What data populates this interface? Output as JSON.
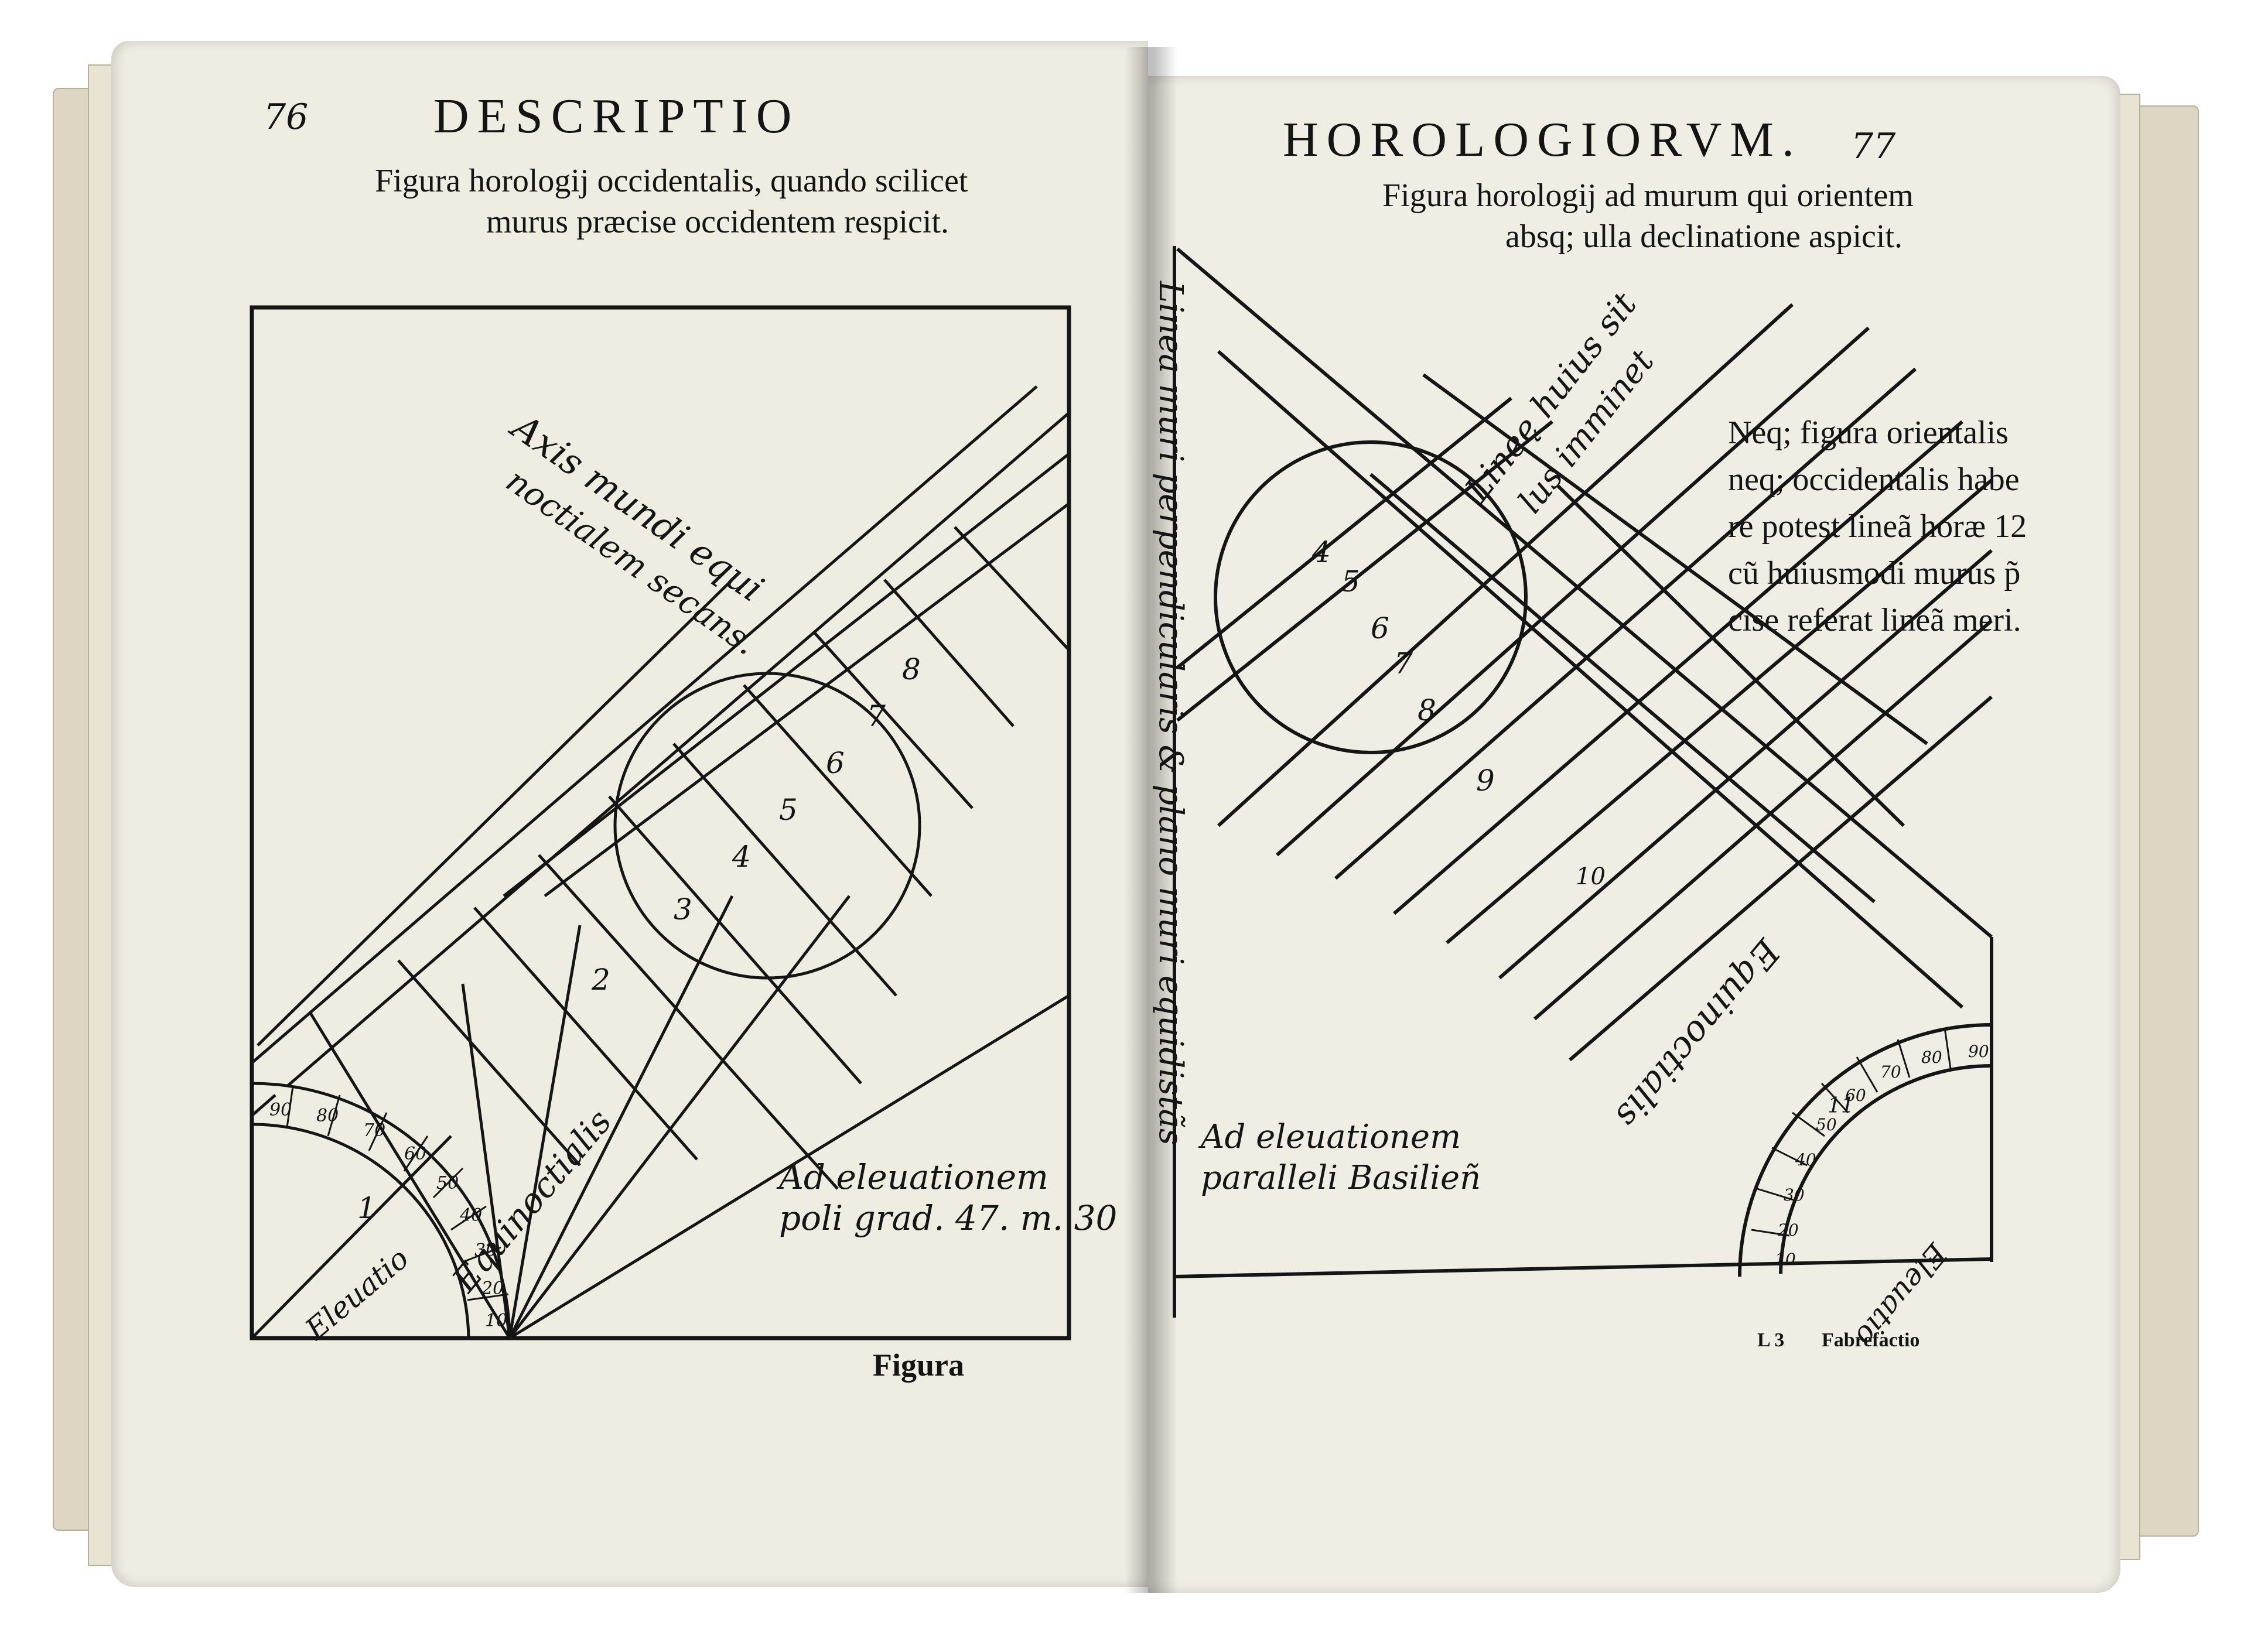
{
  "left_page": {
    "page_number": "76",
    "running_head": "DESCRIPTIO",
    "caption_lines": [
      "Figura horologij occidentalis, quando scilicet",
      "murus præcise occidentem respicit."
    ],
    "figure_labels": {
      "axis_line1": "Axis mundi equi",
      "axis_line2": "noctialem secans.",
      "equinoctial": "Equinoctialis",
      "elevation_note_line1": "Ad eleuationem",
      "elevation_note_line2": "poli grad. 47. m. 30",
      "arc_label": "Eleuatio",
      "arc_marks": [
        "90",
        "80",
        "70",
        "60",
        "50",
        "40",
        "30",
        "20",
        "10"
      ],
      "hour_numbers": [
        "1",
        "2",
        "3",
        "4",
        "5",
        "6",
        "7",
        "8"
      ]
    },
    "catchword": "Figura"
  },
  "right_page": {
    "page_number": "77",
    "running_head": "HOROLOGIORVM.",
    "caption_lines": [
      "Figura horologij ad murum qui orientem",
      "absq; ulla declinatione aspicit."
    ],
    "side_note_lines": [
      "Neq; figura orientalis",
      "neq; occidentalis habe",
      "re potest lineã horæ 12",
      "cũ huiusmodi murus p̃",
      "cise referat lineã meri."
    ],
    "figure_labels": {
      "vertical_line": "Linea muri perpendicularis & plano muri equidistãs",
      "hour_line_note1": "Lineę huius sit",
      "hour_line_note2": "lus imminet",
      "equinoctial": "Equinoctialis",
      "elevation_note_line1": "Ad eleuationem",
      "elevation_note_line2": "paralleli Basilieñ",
      "arc_label": "Eleuatio",
      "arc_marks": [
        "90",
        "80",
        "70",
        "60",
        "50",
        "40",
        "30",
        "20",
        "10"
      ],
      "hour_numbers": [
        "4",
        "5",
        "6",
        "7",
        "8",
        "9",
        "10",
        "11"
      ]
    },
    "signature": "L 3",
    "catchword": "Fabrefactio"
  },
  "colors": {
    "ink": "#151515",
    "paper": "#efece2",
    "binding": "#ddd6c2"
  }
}
